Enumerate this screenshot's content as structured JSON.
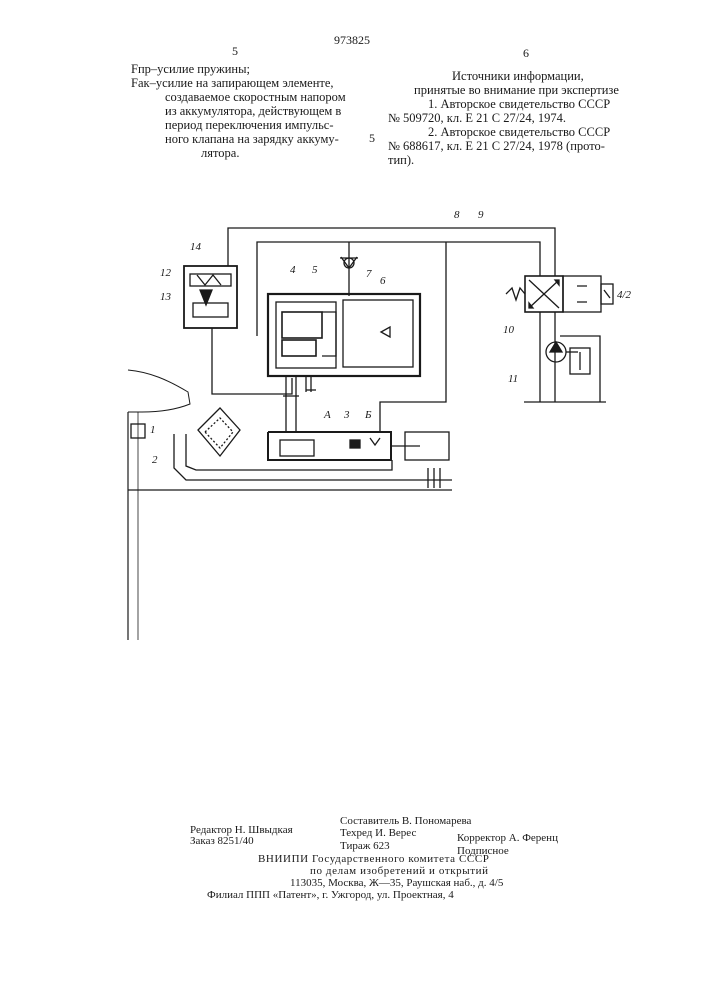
{
  "header": {
    "page_left": "5",
    "patent_number": "973825",
    "page_right": "6",
    "line_marker": "5"
  },
  "left_column": {
    "lines": [
      {
        "symbol": "Fпр",
        "text": "–усилие пружины;"
      },
      {
        "symbol": "Fак",
        "text": "–усилие на запирающем элементе,"
      },
      {
        "symbol": "",
        "text": "создаваемое скоростным напором"
      },
      {
        "symbol": "",
        "text": "из аккумулятора, действующем в"
      },
      {
        "symbol": "",
        "text": "период переключения импульс-"
      },
      {
        "symbol": "",
        "text": "ного клапана на зарядку аккуму-"
      },
      {
        "symbol": "",
        "text": "лятора."
      }
    ]
  },
  "right_column": {
    "lines": [
      "Источники информации,",
      "принятые во внимание при экспертизе",
      "1. Авторское свидетельство СССР",
      "№ 509720, кл. Е 21 С 27/24, 1974.",
      "2. Авторское свидетельство СССР",
      "№ 688617, кл. Е 21 С 27/24, 1978 (прото-",
      "тип)."
    ]
  },
  "figure": {
    "labels": {
      "l1": "1",
      "l2": "2",
      "l3": "3",
      "l4": "4",
      "l5": "5",
      "l6": "6",
      "l7": "7",
      "l8": "8",
      "l9": "9",
      "l10": "10",
      "l11": "11",
      "l12": "12",
      "l13": "13",
      "l14": "14",
      "lA": "А",
      "lB": "Б",
      "l4_2": "4/2"
    }
  },
  "footer": {
    "editor": "Редактор Н. Швыдкая",
    "order": "Заказ 8251/40",
    "compiler": "Составитель В. Пономарева",
    "techred": "Техред И. Верес",
    "corrector": "Корректор А. Ференц",
    "circulation": "Тираж 623",
    "subscription": "Подписное",
    "org1": "ВНИИПИ Государственного комитета СССР",
    "org2": "по делам изобретений и открытий",
    "address": "113035, Москва, Ж—35, Раушская наб., д. 4/5",
    "branch": "Филиал ППП «Патент», г. Ужгород, ул. Проектная, 4"
  }
}
